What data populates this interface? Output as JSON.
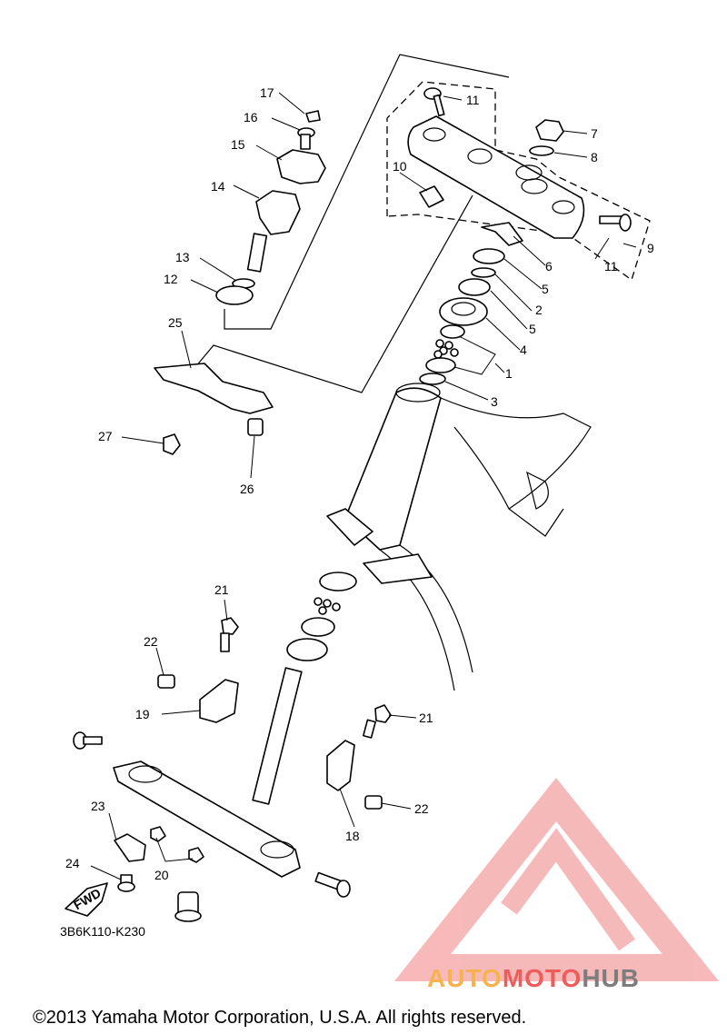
{
  "diagram": {
    "ref_code": "3B6K110-K230",
    "copyright": "©2013 Yamaha Motor Corporation, U.S.A. All rights reserved.",
    "fwd_label": "FWD",
    "watermark": {
      "part1": "AUTO",
      "part2": "MOTO",
      "part3": "HUB",
      "colors": [
        "#f6b24d",
        "#ee5c5c",
        "#7d7d7d"
      ]
    },
    "callouts": [
      "1",
      "2",
      "3",
      "4",
      "5",
      "5",
      "6",
      "7",
      "8",
      "9",
      "10",
      "11",
      "11",
      "12",
      "13",
      "14",
      "15",
      "16",
      "17",
      "18",
      "19",
      "20",
      "21",
      "21",
      "22",
      "22",
      "23",
      "24",
      "25",
      "26",
      "27"
    ]
  }
}
